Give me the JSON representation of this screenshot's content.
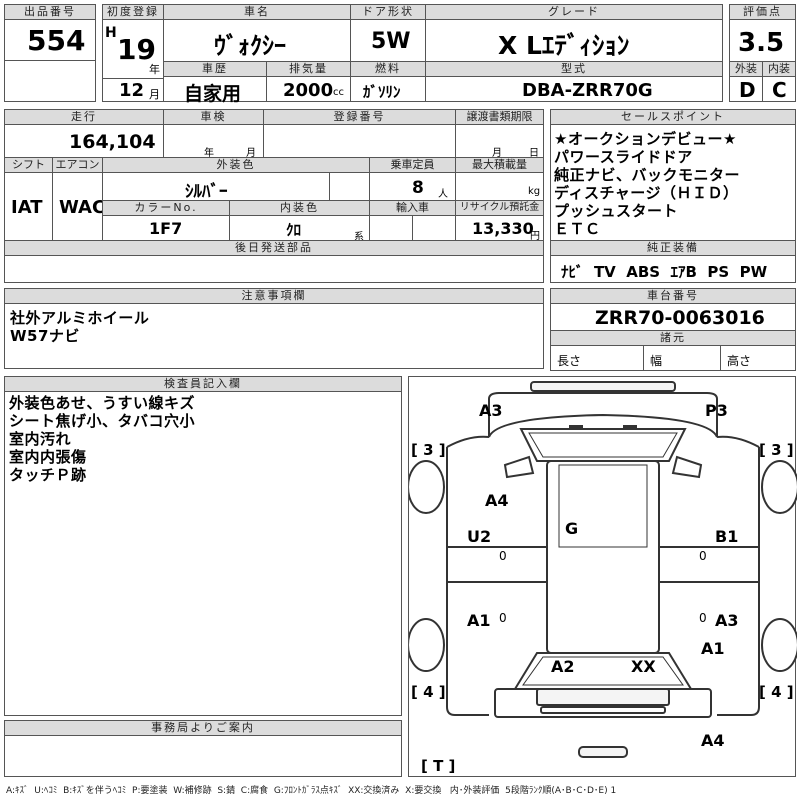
{
  "header": {
    "lot_label": "出品番号",
    "lot_value": "554",
    "first_reg_label": "初度登録",
    "era": "H",
    "year": "19",
    "year_unit": "年",
    "month": "12",
    "month_unit": "月",
    "car_name_label": "車名",
    "car_name": "ｳﾞｫｸｼｰ",
    "door_label": "ドア形状",
    "door": "5W",
    "grade_label": "グレード",
    "grade": "X Lｴﾃﾞｨｼｮﾝ",
    "score_label": "評価点",
    "score": "3.5",
    "history_label": "車歴",
    "history": "自家用",
    "displacement_label": "排気量",
    "displacement": "2000",
    "displacement_unit": "cc",
    "fuel_label": "燃料",
    "fuel": "ｶﾞｿﾘﾝ",
    "model_label": "型式",
    "model": "DBA-ZRR70G",
    "ext_label": "外装",
    "ext_grade": "D",
    "int_label": "内装",
    "int_grade": "C"
  },
  "row2": {
    "mileage_label": "走行",
    "mileage": "164,104 km",
    "inspection_label": "車検",
    "insp_year_unit": "年",
    "insp_month_unit": "月",
    "reg_no_label": "登録番号",
    "transfer_label": "譲渡書類期限",
    "transfer_month_unit": "月",
    "transfer_day_unit": "日",
    "shift_label": "シフト",
    "shift": "IAT",
    "ac_label": "エアコン",
    "ac": "WAC",
    "color_label": "外装色",
    "color": "ｼﾙﾊﾞｰ",
    "capacity_label": "乗車定員",
    "capacity": "8",
    "capacity_unit": "人",
    "payload_label": "最大積載量",
    "payload_unit": "kg",
    "color_no_label": "カラーNo.",
    "color_no": "1F7",
    "int_color_label": "内装色",
    "int_color": "ｸﾛ",
    "int_color_unit": "系",
    "import_label": "輸入車",
    "recycle_label": "リサイクル預託金",
    "recycle": "13,330",
    "recycle_unit": "円",
    "later_parts_label": "後日発送部品"
  },
  "sales_points": {
    "label": "セールスポイント",
    "items": [
      "★オークションデビュー★",
      "パワースライドドア",
      "純正ナビ、バックモニター",
      "ディスチャージ（ＨＩＤ）",
      "プッシュスタート",
      "ＥＴＣ"
    ]
  },
  "equipment": {
    "label": "純正装備",
    "items": "ﾅﾋﾞ  TV  ABS  ｴｱB  PS  PW"
  },
  "notes": {
    "label": "注意事項欄",
    "lines": [
      "社外アルミホイール",
      "W57ナビ"
    ]
  },
  "chassis": {
    "label": "車台番号",
    "value": "ZRR70-0063016"
  },
  "specs": {
    "label": "諸元",
    "length_label": "長さ",
    "width_label": "幅",
    "height_label": "高さ"
  },
  "inspector": {
    "label": "検査員記入欄",
    "lines": [
      "外装色あせ、うすい線キズ",
      "シート焦げ小、タバコ穴小",
      "室内汚れ",
      "室内内張傷",
      "タッチＰ跡"
    ]
  },
  "office": {
    "label": "事務局よりご案内"
  },
  "diagram": {
    "marks": {
      "a3_left": "A3",
      "p3": "P3",
      "a4_top": "A4",
      "g": "G",
      "u2": "U2",
      "b1": "B1",
      "a1_left": "A1",
      "a3_right": "A3",
      "a1_right": "A1",
      "a2": "A2",
      "xx": "XX",
      "a4_bottom": "A4"
    },
    "tires": {
      "fl": "3",
      "fr": "3",
      "rl": "4",
      "rr": "4",
      "spare": "T"
    },
    "zero_marks": [
      "0",
      "0",
      "0",
      "0"
    ]
  },
  "legend": "A:ｷｽﾞ  U:ﾍｺﾐ  B:ｷｽﾞを伴うﾍｺﾐ  P:要塗装  W:補修跡  S:錆  C:腐食  G:ﾌﾛﾝﾄｶﾞﾗｽ点ｷｽﾞ  XX:交換済み  X:要交換   内･外装評価  5段階ﾗﾝｸ順(A･B･C･D･E) 1"
}
